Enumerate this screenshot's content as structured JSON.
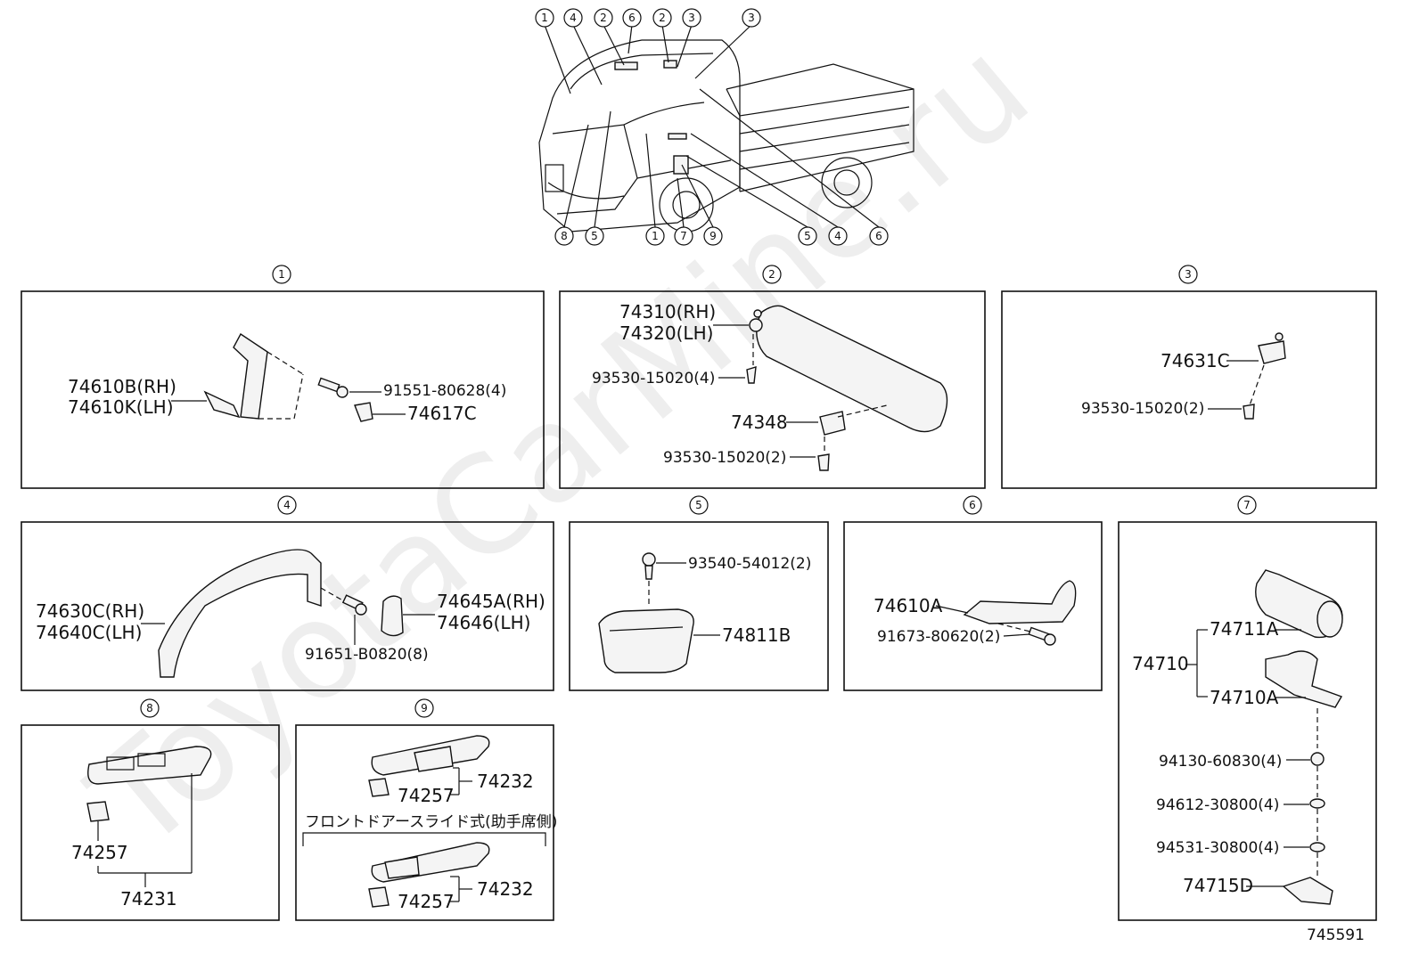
{
  "watermark": "ToyotaCarMine.ru",
  "diagram_code": "745591",
  "overview": {
    "callouts_top": [
      "1",
      "4",
      "2",
      "6",
      "2",
      "3",
      "3"
    ],
    "callouts_bottom": [
      "8",
      "5",
      "1",
      "7",
      "9",
      "5",
      "4",
      "6"
    ]
  },
  "panels": [
    {
      "number": "1",
      "parts": [
        "74610B(RH)",
        "74610K(LH)",
        "91551-80628(4)",
        "74617C"
      ]
    },
    {
      "number": "2",
      "parts": [
        "74310(RH)",
        "74320(LH)",
        "93530-15020(4)",
        "74348",
        "93530-15020(2)"
      ]
    },
    {
      "number": "3",
      "parts": [
        "74631C",
        "93530-15020(2)"
      ]
    },
    {
      "number": "4",
      "parts": [
        "74630C(RH)",
        "74640C(LH)",
        "74645A(RH)",
        "74646(LH)",
        "91651-B0820(8)"
      ]
    },
    {
      "number": "5",
      "parts": [
        "93540-54012(2)",
        "74811B"
      ]
    },
    {
      "number": "6",
      "parts": [
        "74610A",
        "91673-80620(2)"
      ]
    },
    {
      "number": "7",
      "parts": [
        "74711A",
        "74710",
        "74710A",
        "94130-60830(4)",
        "94612-30800(4)",
        "94531-30800(4)",
        "74715D"
      ]
    },
    {
      "number": "8",
      "parts": [
        "74257",
        "74231"
      ]
    },
    {
      "number": "9",
      "parts": [
        "74257",
        "74232",
        "フロントドアースライド式(助手席側)",
        "74257",
        "74232"
      ]
    }
  ]
}
